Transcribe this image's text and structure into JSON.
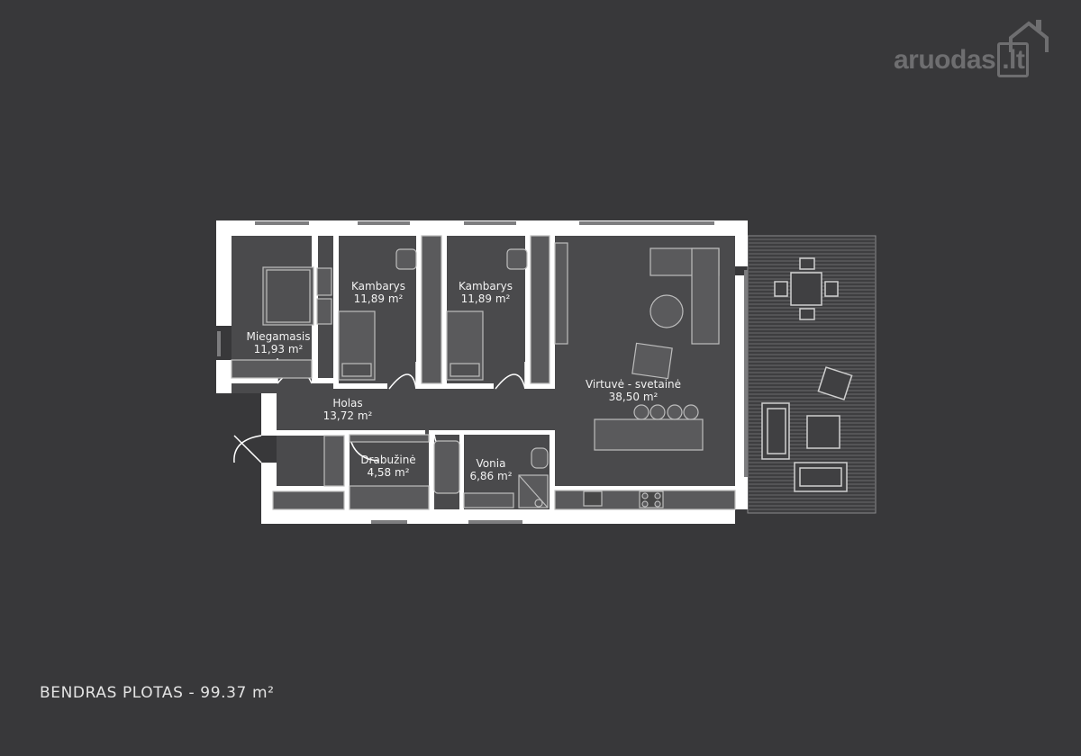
{
  "brand": {
    "name": "aruodas",
    "tld": ".lt"
  },
  "total_area_label": "BENDRAS PLOTAS - 99.37 m²",
  "rooms": [
    {
      "id": "miegamasis",
      "name": "Miegamasis",
      "area": "11,93 m²"
    },
    {
      "id": "kambarys-1",
      "name": "Kambarys",
      "area": "11,89 m²"
    },
    {
      "id": "kambarys-2",
      "name": "Kambarys",
      "area": "11,89 m²"
    },
    {
      "id": "virtuve",
      "name": "Virtuvė - svetainė",
      "area": "38,50 m²"
    },
    {
      "id": "holas",
      "name": "Holas",
      "area": "13,72 m²"
    },
    {
      "id": "drabuzine",
      "name": "Drabužinė",
      "area": "4,58 m²"
    },
    {
      "id": "vonia",
      "name": "Vonia",
      "area": "6,86 m²"
    }
  ],
  "colors": {
    "background": "#38383a",
    "walls": "#ffffff",
    "floor": "#4a4a4c",
    "furniture": "#5a5a5c",
    "terrace": "#7a7a7c"
  }
}
